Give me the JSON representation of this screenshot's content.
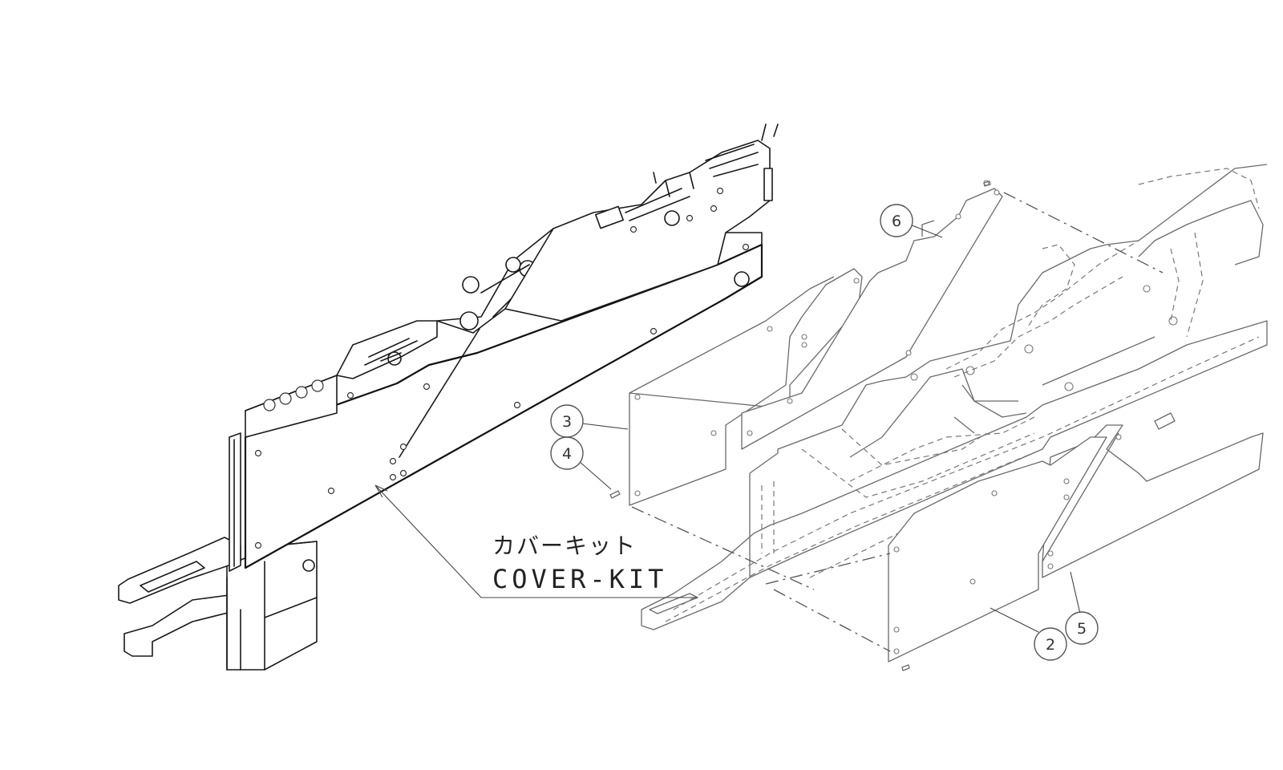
{
  "label": {
    "japanese": "カバーキット",
    "english": "COVER-KIT"
  },
  "callouts": [
    {
      "id": "6",
      "text": "6"
    },
    {
      "id": "3",
      "text": "3"
    },
    {
      "id": "4",
      "text": "4"
    },
    {
      "id": "2",
      "text": "2"
    },
    {
      "id": "5",
      "text": "5"
    }
  ],
  "colors": {
    "line": "#1a1a1a",
    "ghost_line": "#6a6a6a",
    "background": "#ffffff"
  }
}
